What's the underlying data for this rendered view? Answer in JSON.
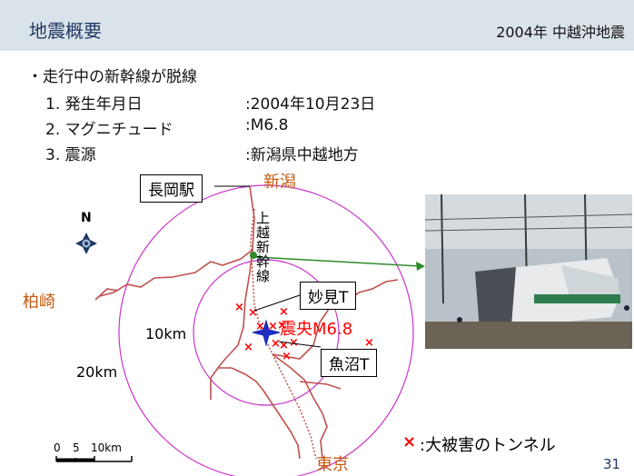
{
  "header": {
    "title": "地震概要",
    "subtitle": "2004年 中越沖地震"
  },
  "bullet": "・走行中の新幹線が脱線",
  "info": [
    {
      "num": "1. 発生年月日",
      "value": ":2004年10月23日"
    },
    {
      "num": "2. マグニチュード",
      "value": ":M6.8"
    },
    {
      "num": "3. 震源",
      "value": ":新潟県中越地方"
    }
  ],
  "map": {
    "city_niigata": "新潟",
    "city_kashiwazaki": "柏崎",
    "city_tokyo": "東京",
    "station_box": "長岡駅",
    "line_label": "上越新幹線",
    "tunnel_myoken": "妙見T",
    "tunnel_uonuma": "魚沼T",
    "epicenter": "震央M6.8",
    "radius_10": "10km",
    "radius_20": "20km",
    "compass": "N",
    "scale_labels": [
      "0",
      "5",
      "10km"
    ]
  },
  "legend": {
    "symbol": "×",
    "text": ":大被害のトンネル"
  },
  "page_number": "31",
  "colors": {
    "accent": "#c55a11",
    "circle": "#cc33cc",
    "damage": "#ff0000",
    "arrow": "#2e8b2e",
    "header_bg": "#dbe3ea"
  }
}
